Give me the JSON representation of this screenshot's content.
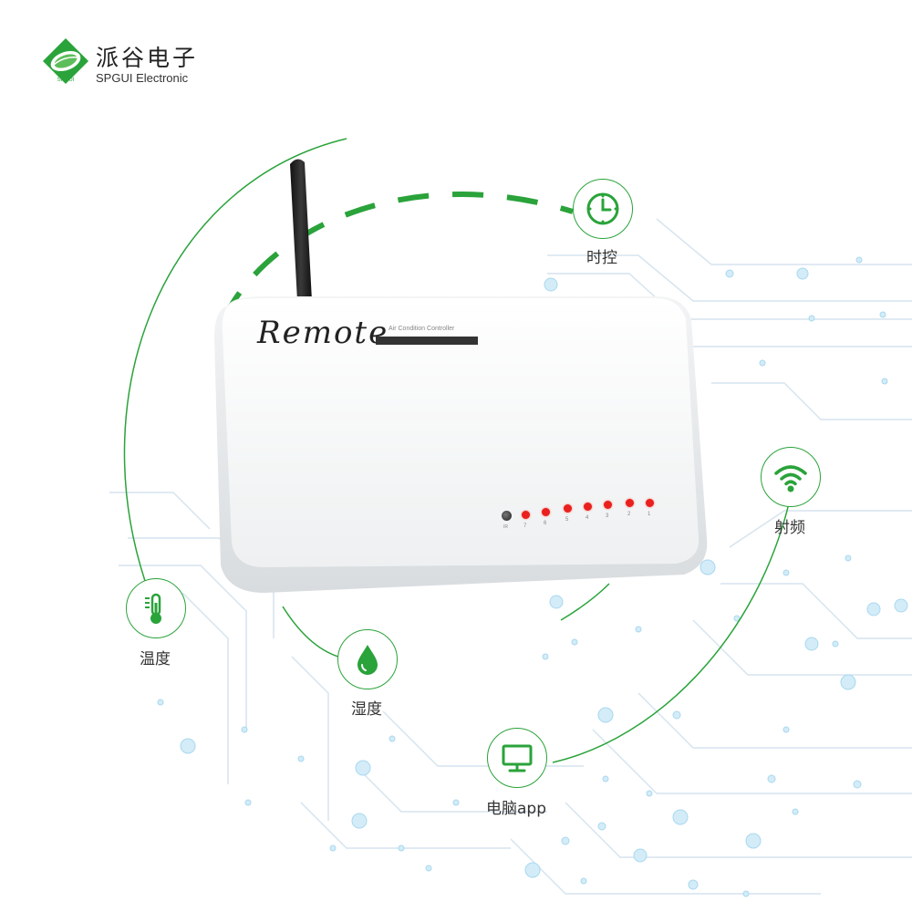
{
  "brand": {
    "name_cn": "派谷电子",
    "name_en": "SPGUI Electronic",
    "logo_mark_text": "SPGUI",
    "logo_color": "#2aa33a"
  },
  "device": {
    "title": "Remote",
    "subtitle": "Air Condition Controller",
    "ir_label": "IR",
    "leds": [
      "7",
      "6",
      "5",
      "4",
      "3",
      "2",
      "1"
    ],
    "led_color": "#e8201e"
  },
  "features": [
    {
      "id": "timer",
      "label": "时控",
      "icon": "clock-icon"
    },
    {
      "id": "rf",
      "label": "射频",
      "icon": "wifi-icon"
    },
    {
      "id": "temperature",
      "label": "温度",
      "icon": "thermometer-icon"
    },
    {
      "id": "humidity",
      "label": "湿度",
      "icon": "water-drop-icon"
    },
    {
      "id": "pc-app",
      "label": "电脑app",
      "icon": "monitor-icon"
    }
  ],
  "colors": {
    "accent": "#2aa33a",
    "circuit": "#cfe0ee",
    "bubble": "#bfe2f4"
  }
}
